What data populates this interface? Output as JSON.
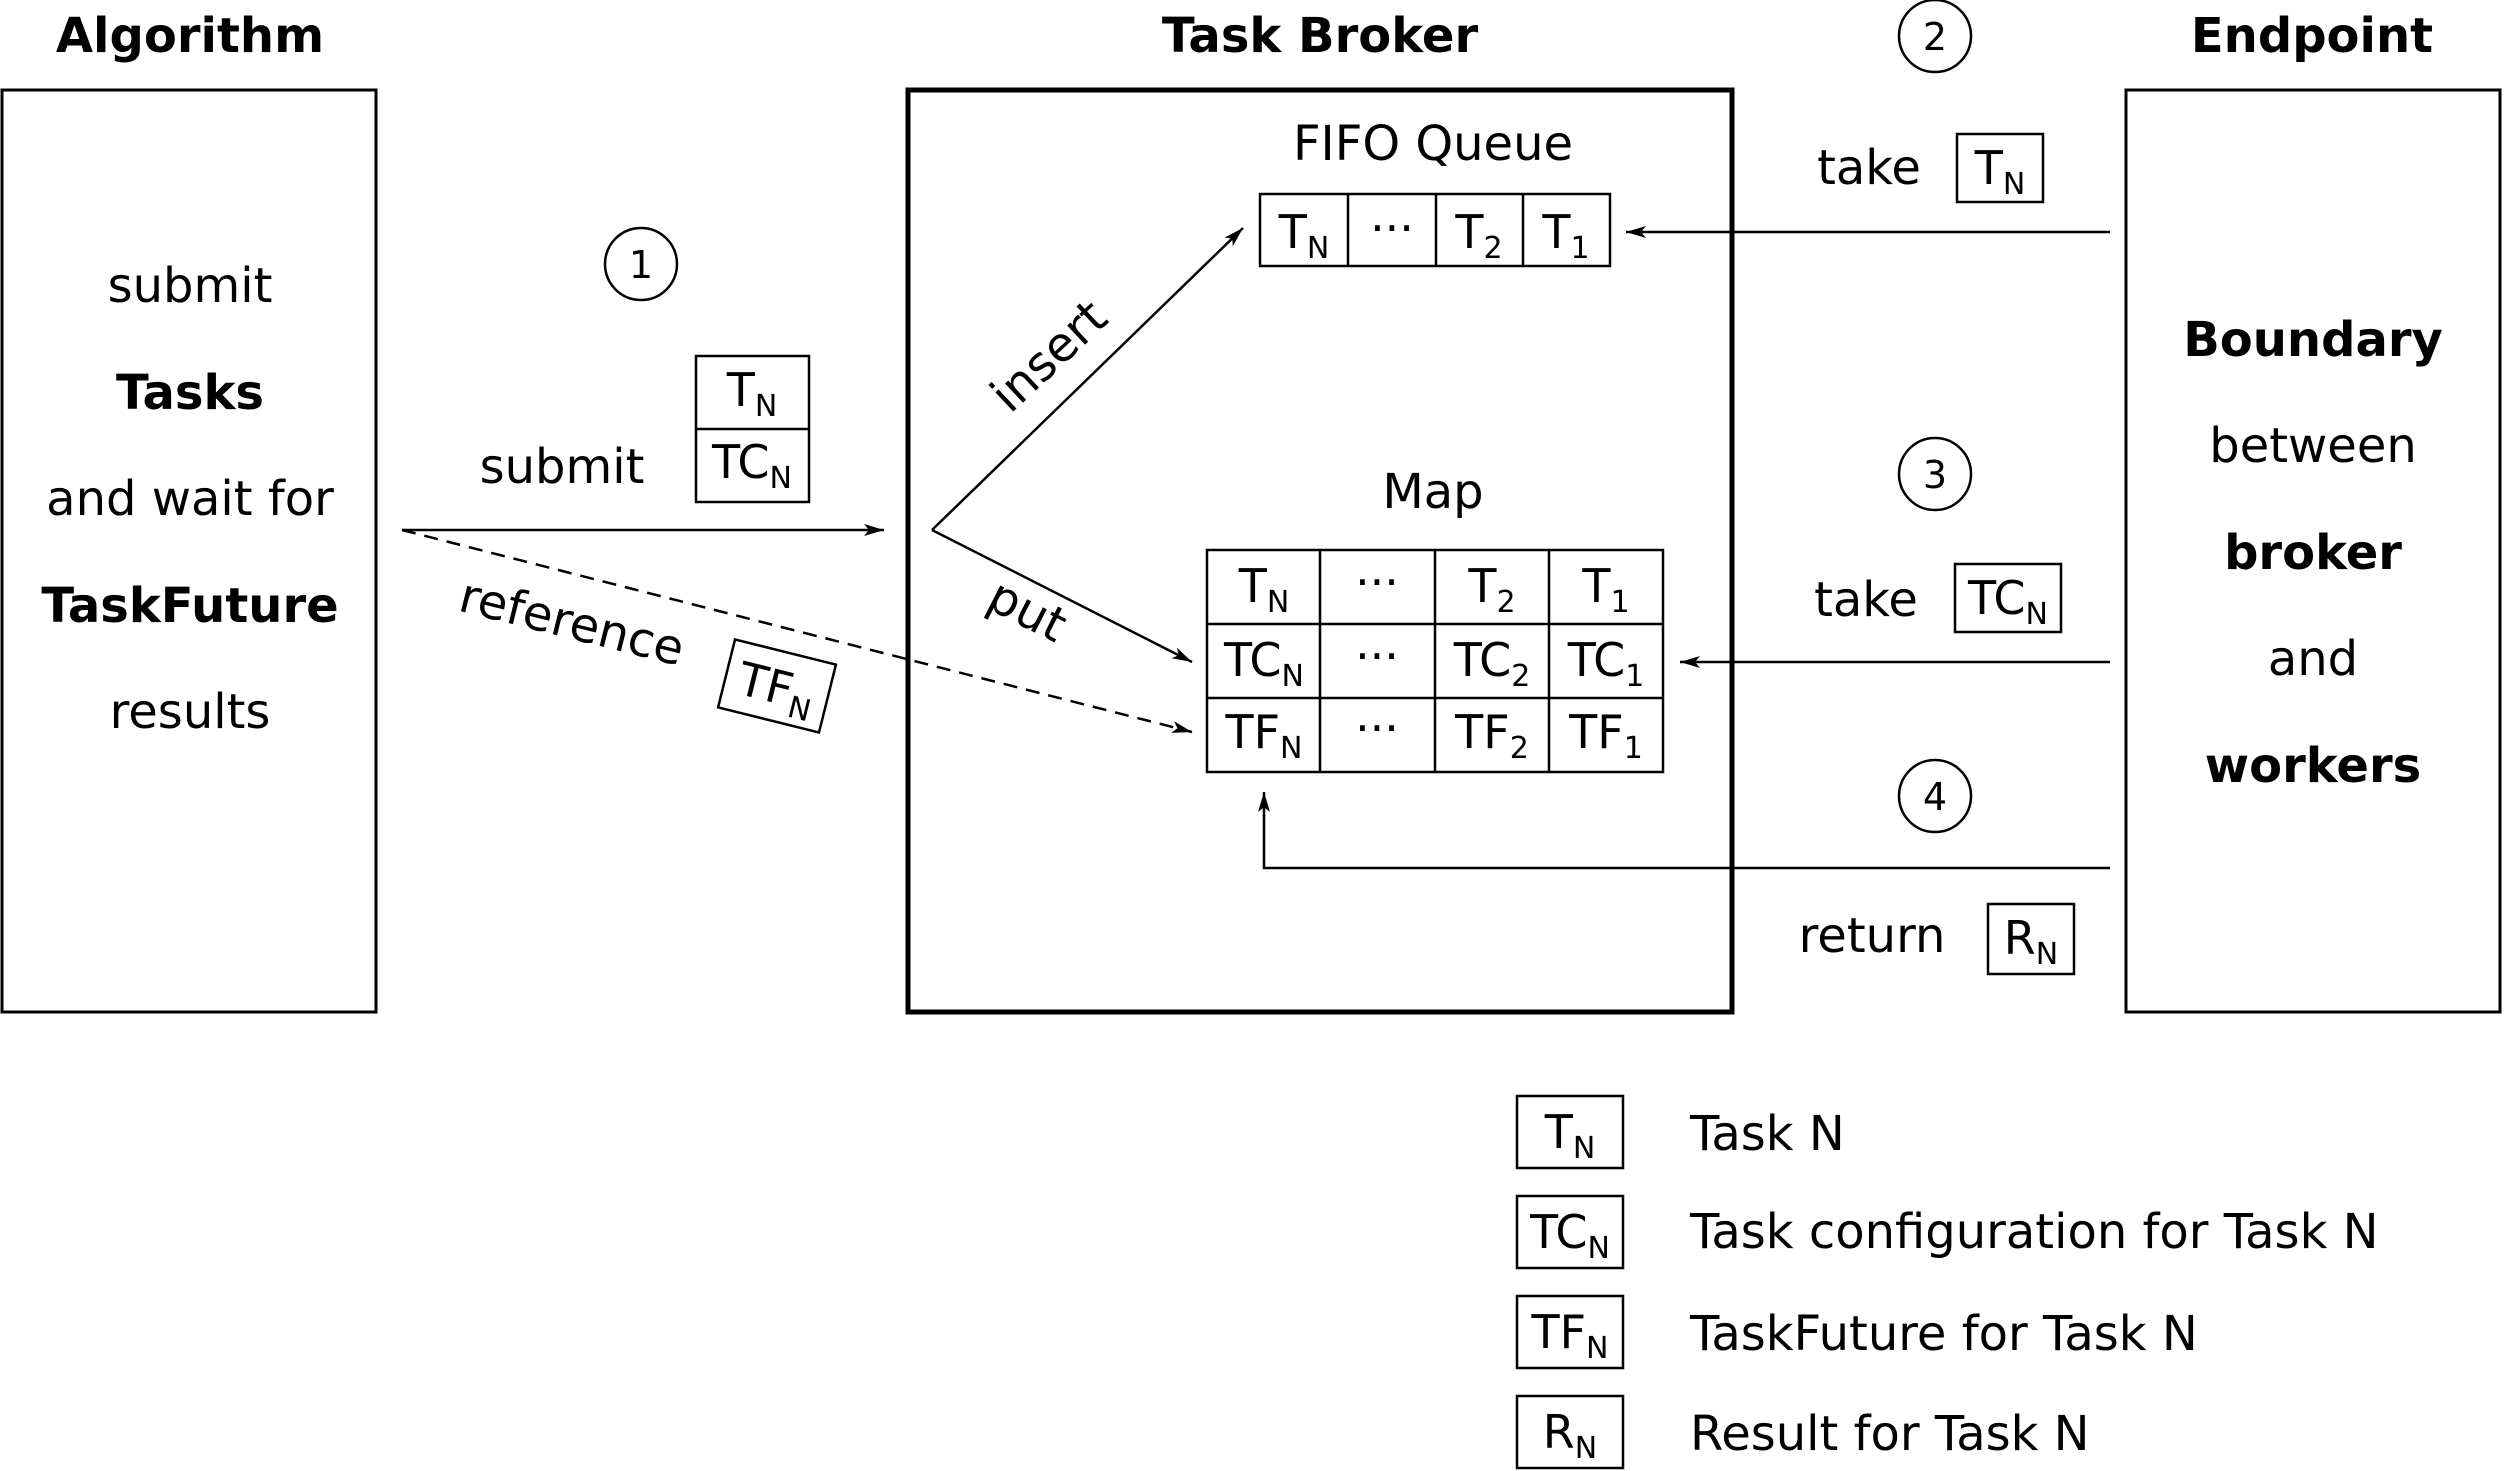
{
  "columns": {
    "algorithm": "Algorithm",
    "broker": "Task Broker",
    "endpoint": "Endpoint"
  },
  "algorithm_box": {
    "line1": "submit",
    "line2": "Tasks",
    "line3": "and wait for",
    "line4": "TaskFuture",
    "line5": "results"
  },
  "endpoint_box": {
    "line1": "Boundary",
    "line2": "between",
    "line3": "broker",
    "line4": "and",
    "line5": "workers"
  },
  "steps": {
    "s1": "1",
    "s2": "2",
    "s3": "3",
    "s4": "4"
  },
  "labels": {
    "fifo_queue": "FIFO Queue",
    "map": "Map",
    "submit": "submit",
    "reference": "reference",
    "insert": "insert",
    "put": "put",
    "take": "take",
    "return": "return",
    "ellipsis": "···"
  },
  "symbols": {
    "T": "T",
    "TC": "TC",
    "TF": "TF",
    "R": "R",
    "N": "N",
    "one": "1",
    "two": "2"
  },
  "legend": [
    {
      "base": "T",
      "sub": "N",
      "desc": "Task N"
    },
    {
      "base": "TC",
      "sub": "N",
      "desc": "Task configuration for Task N"
    },
    {
      "base": "TF",
      "sub": "N",
      "desc": "TaskFuture for Task N"
    },
    {
      "base": "R",
      "sub": "N",
      "desc": "Result for Task N"
    }
  ]
}
